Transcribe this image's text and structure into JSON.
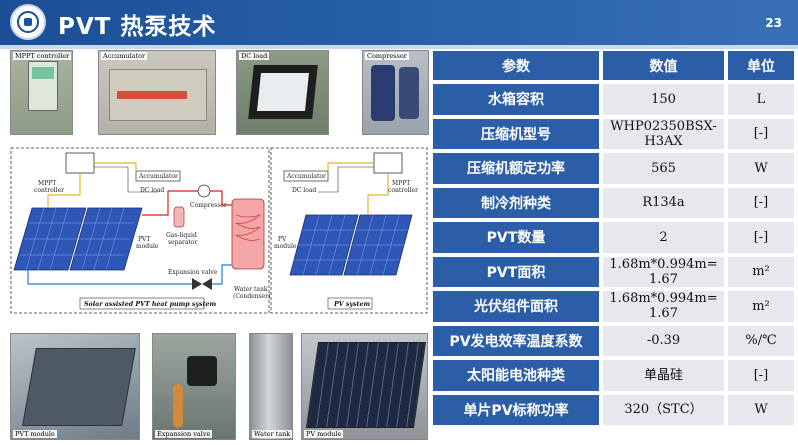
{
  "header": {
    "title": "PVT 热泵技术",
    "page_number": "23"
  },
  "photos": {
    "top": [
      "MPPT controller",
      "Accumulator",
      "DC load",
      "Compressor"
    ],
    "bottom": [
      "PVT module",
      "Expansion valve",
      "Water tank",
      "PV module"
    ]
  },
  "diagram": {
    "left_caption": "Solar assisted PVT heat pump system",
    "right_caption": "PV system",
    "labels": {
      "mppt_left": [
        "MPPT",
        "controller"
      ],
      "accumulator_left": "Accumulator",
      "dc_load_left": "DC load",
      "compressor": "Compressor",
      "pvt_module": [
        "PVT",
        "module"
      ],
      "separator": [
        "Gas-liquid",
        "separator"
      ],
      "expansion_valve": "Expansion valve",
      "water_tank": [
        "Water tank",
        "(Condenser)"
      ],
      "accumulator_right": "Accumulator",
      "dc_load_right": "DC load",
      "mppt_right": [
        "MPPT",
        "controller"
      ],
      "pv_module": [
        "PV",
        "module"
      ]
    }
  },
  "table": {
    "headers": [
      "参数",
      "数值",
      "单位"
    ],
    "rows": [
      {
        "param": "水箱容积",
        "value": [
          "150"
        ],
        "unit": "L"
      },
      {
        "param": "压缩机型号",
        "value": [
          "WHP02350BSX-",
          "H3AX"
        ],
        "unit": "[-]"
      },
      {
        "param": "压缩机额定功率",
        "value": [
          "565"
        ],
        "unit": "W"
      },
      {
        "param": "制冷剂种类",
        "value": [
          "R134a"
        ],
        "unit": "[-]"
      },
      {
        "param": "PVT数量",
        "value": [
          "2"
        ],
        "unit": "[-]"
      },
      {
        "param": "PVT面积",
        "value": [
          "1.68m*0.994m=",
          "1.67"
        ],
        "unit": "m²"
      },
      {
        "param": "光伏组件面积",
        "value": [
          "1.68m*0.994m=",
          "1.67"
        ],
        "unit": "m²"
      },
      {
        "param": "PV发电效率温度系数",
        "value": [
          "-0.39"
        ],
        "unit": "%/℃"
      },
      {
        "param": "太阳能电池种类",
        "value": [
          "单晶硅"
        ],
        "unit": "[-]"
      },
      {
        "param": "单片PV标称功率",
        "value": [
          "320（STC）"
        ],
        "unit": "W"
      }
    ]
  }
}
